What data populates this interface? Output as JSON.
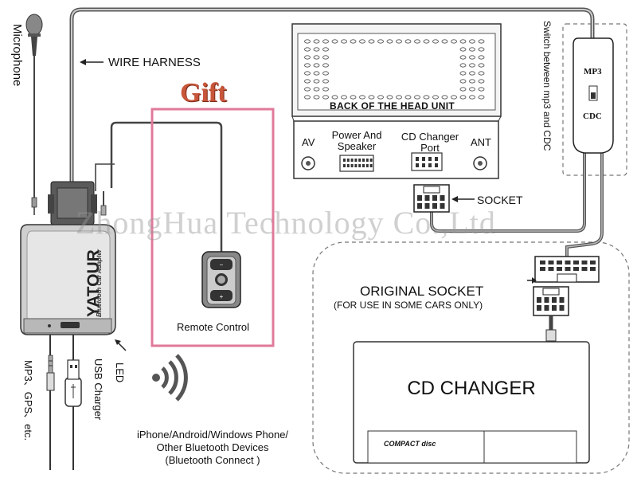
{
  "labels": {
    "microphone": "Microphone",
    "wire_harness": "WIRE HARNESS",
    "gift": "Gift",
    "back_of_head_unit": "BACK OF THE HEAD UNIT",
    "av": "AV",
    "power_speaker_1": "Power And",
    "power_speaker_2": "Speaker",
    "cd_port_1": "CD Changer",
    "cd_port_2": "Port",
    "ant": "ANT",
    "switch_text": "Switch between mp3 and CDC",
    "switch_mp3": "MP3",
    "switch_cdc": "CDC",
    "socket": "SOCKET",
    "watermark": "ZhongHua Technology Co.,Ltd",
    "brand": "YATOUR",
    "brand_sub": "Bluetooth Car Adapter",
    "remote_control": "Remote Control",
    "original_socket": "ORIGINAL SOCKET",
    "original_socket_note": "(FOR USE IN SOME CARS ONLY)",
    "cd_changer": "CD CHANGER",
    "compact_disc": "COMPACT disc",
    "led": "LED",
    "usb_charger": "USB Charger",
    "mp3_gps": "MP3、GPS、etc.",
    "devices_1": "iPhone/Android/Windows Phone/",
    "devices_2": "Other Bluetooth Devices",
    "devices_3": "(Bluetooth Connect )"
  },
  "colors": {
    "gift_frame": "#e07a9a",
    "gift_text": "#c8563a",
    "line": "#444444",
    "dashed": "#777777"
  }
}
